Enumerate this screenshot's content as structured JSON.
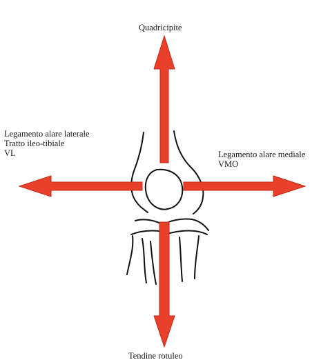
{
  "labels": {
    "top": "Quadricipite",
    "left": [
      "Legamento alare laterale",
      "Tratto ileo-tibiale",
      "VL"
    ],
    "right": [
      "Legamento alare mediale",
      "VMO"
    ],
    "bottom": "Tendine rotuleo"
  },
  "colors": {
    "arrow_fill": "#e8402a",
    "arrow_stroke": "#c22a18",
    "outline": "#111111",
    "background": "#ffffff"
  }
}
